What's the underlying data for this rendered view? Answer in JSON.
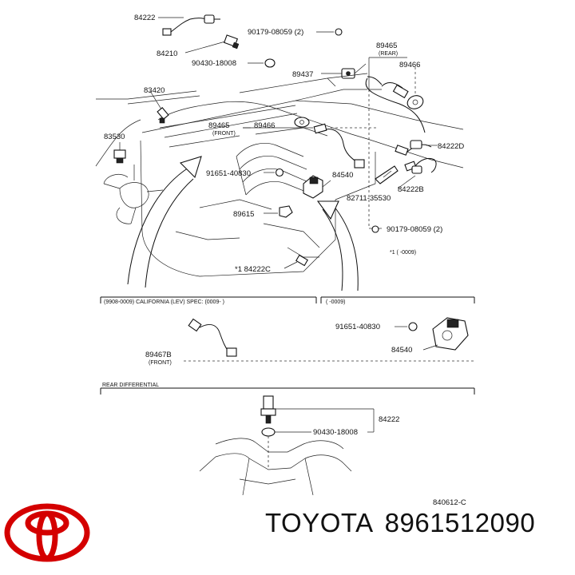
{
  "diagram": {
    "labels": {
      "p84222_top": "84222",
      "p84210": "84210",
      "p90430_18008_top": "90430-18008",
      "p90179_08059_top": "90179-08059 (2)",
      "p89465_rear": "89465",
      "p89465_rear_sub": "(REAR)",
      "p89466_right": "89466",
      "p89437": "89437",
      "p83420": "83420",
      "p83530": "83530",
      "p89465_front": "89465",
      "p89465_front_sub": "(FRONT)",
      "p89466_mid": "89466",
      "p84222d": "84222D",
      "p91651_40830_top": "91651-40830",
      "p84540_top": "84540",
      "p84222b": "84222B",
      "p82711_35530": "82711-35530",
      "p89615": "89615",
      "p90179_08059_low": "90179-08059 (2)",
      "p84222c": "*1 84222C",
      "note1": "*1 (      -0009)",
      "section_cal": "(9908-0009) CALIFORNIA (LEV) SPEC: (0009-       )",
      "section_right": "(      -0009)",
      "p91651_40830_low": "91651-40830",
      "p84540_low": "84540",
      "p89467b": "89467B",
      "p89467b_sub": "(FRONT)",
      "section_rear": "REAR DIFFERENTIAL",
      "p84222_low": "84222",
      "p90430_18008_low": "90430-18008",
      "drawing_no": "840612-C"
    }
  },
  "brand": {
    "logo_icon": "toyota-logo-icon",
    "logo_color": "#d40000",
    "maker": "TOYOTA",
    "part_number": "8961512090"
  }
}
